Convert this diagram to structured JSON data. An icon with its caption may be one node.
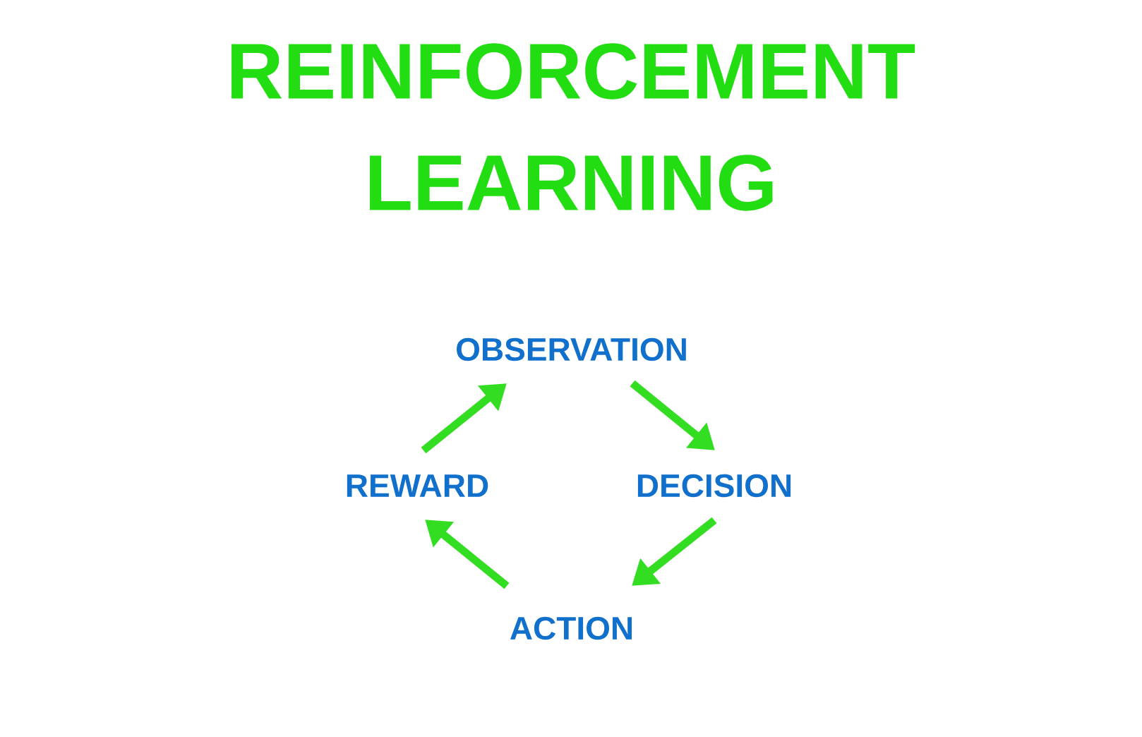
{
  "diagram": {
    "title": "REINFORCEMENT LEARNING",
    "nodes": [
      {
        "text": [
          "OBSERVATION"
        ]
      },
      {
        "text": [
          "DECISION"
        ]
      },
      {
        "text": [
          "ACTION"
        ]
      },
      {
        "text": [
          "REWARD"
        ]
      }
    ],
    "edges": [
      {
        "from": 0,
        "to": 1,
        "arrow": "to"
      },
      {
        "from": 1,
        "to": 2,
        "arrow": "to"
      },
      {
        "from": 2,
        "to": 3,
        "arrow": "to"
      },
      {
        "from": 3,
        "to": 0,
        "arrow": "to"
      }
    ]
  }
}
